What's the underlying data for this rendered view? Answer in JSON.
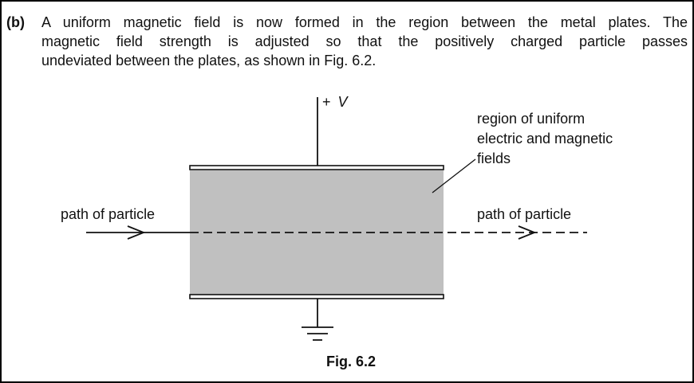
{
  "question": {
    "part_label": "(b)",
    "lines": [
      "A uniform magnetic field is now formed in the region between the metal plates. The",
      "magnetic field strength is adjusted so that the positively charged particle passes",
      "undeviated between the plates, as shown in Fig. 6.2."
    ]
  },
  "figure": {
    "voltage_sign": "+",
    "voltage_symbol": "V",
    "region_label_lines": [
      "region of uniform",
      "electric and magnetic",
      "fields"
    ],
    "path_label_left": "path of particle",
    "path_label_right": "path of particle",
    "caption": "Fig. 6.2",
    "colors": {
      "field_region": "#c0c0c0",
      "lines": "#111111"
    }
  }
}
